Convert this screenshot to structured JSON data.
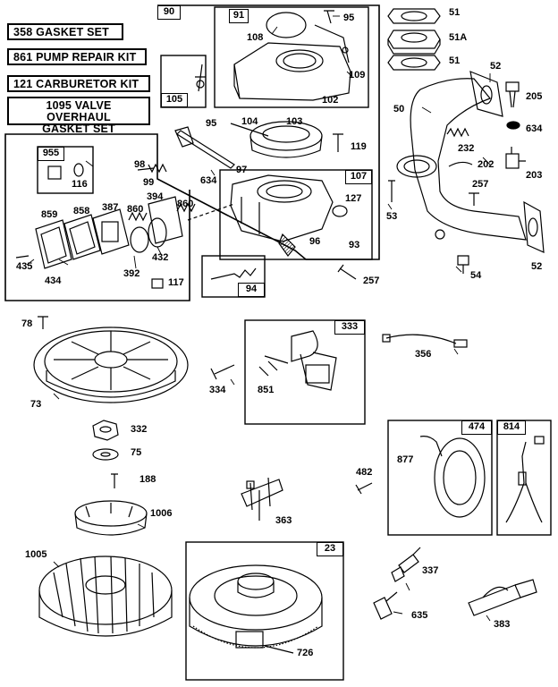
{
  "kits": [
    {
      "id": "358",
      "text": "358 GASKET SET"
    },
    {
      "id": "861",
      "text": "861 PUMP REPAIR KIT"
    },
    {
      "id": "121",
      "text": "121 CARBURETOR KIT"
    },
    {
      "id": "1095a",
      "text": "1095 VALVE OVERHAUL"
    },
    {
      "id": "1095b",
      "text": "GASKET SET"
    }
  ],
  "box_numbers": {
    "b90": "90",
    "b91": "91",
    "b105": "105",
    "b107": "107",
    "b955": "955",
    "b94": "94",
    "b333": "333",
    "b474": "474",
    "b814": "814",
    "b23": "23"
  },
  "part_labels": {
    "p95a": "95",
    "p108": "108",
    "p109": "109",
    "p102": "102",
    "p104": "104",
    "p103": "103",
    "p95b": "95",
    "p119": "119",
    "p97": "97",
    "p634a": "634",
    "p127": "127",
    "p93": "93",
    "p96": "96",
    "p257a": "257",
    "p98": "98",
    "p99": "99",
    "p394": "394",
    "p116": "116",
    "p860a": "860",
    "p860b": "860",
    "p859": "859",
    "p858": "858",
    "p387": "387",
    "p392": "392",
    "p432": "432",
    "p435": "435",
    "p434": "434",
    "p117": "117",
    "p51a": "51",
    "p51A": "51A",
    "p51b": "51",
    "p52a": "52",
    "p205": "205",
    "p50": "50",
    "p634b": "634",
    "p232": "232",
    "p202": "202",
    "p203": "203",
    "p257b": "257",
    "p53": "53",
    "p54": "54",
    "p52b": "52",
    "p78": "78",
    "p73": "73",
    "p334": "334",
    "p851": "851",
    "p356": "356",
    "p332": "332",
    "p75": "75",
    "p188": "188",
    "p1006": "1006",
    "p363": "363",
    "p482": "482",
    "p877": "877",
    "p1005": "1005",
    "p726": "726",
    "p337": "337",
    "p635": "635",
    "p383": "383"
  }
}
